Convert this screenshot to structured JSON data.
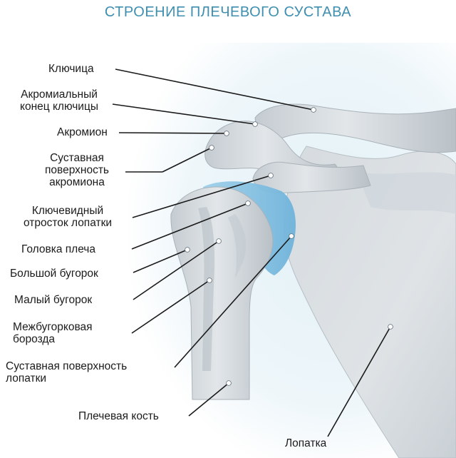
{
  "title": "СТРОЕНИЕ ПЛЕЧЕВОГО СУСТАВА",
  "labels": {
    "clavicle": "Ключица",
    "acromial_end_1": "Акромиальный",
    "acromial_end_2": "конец ключицы",
    "acromion": "Акромион",
    "acromion_surface_1": "Суставная",
    "acromion_surface_2": "поверхность",
    "acromion_surface_3": "акромиона",
    "coracoid_1": "Ключевидный",
    "coracoid_2": "отросток лопатки",
    "humeral_head": "Головка плеча",
    "greater_tubercle": "Большой бугорок",
    "lesser_tubercle": "Малый бугорок",
    "groove_1": "Межбугорковая",
    "groove_2": "борозда",
    "scapula_surface_1": "Суставная поверхность",
    "scapula_surface_2": "лопатки",
    "humerus": "Плечевая кость",
    "scapula": "Лопатка"
  },
  "colors": {
    "title": "#3f8fb0",
    "bone": "#d9dde0",
    "bone_shadow": "#a9b2b9",
    "cartilage": "#8fc6e4",
    "leader": "#1b1b1b"
  }
}
